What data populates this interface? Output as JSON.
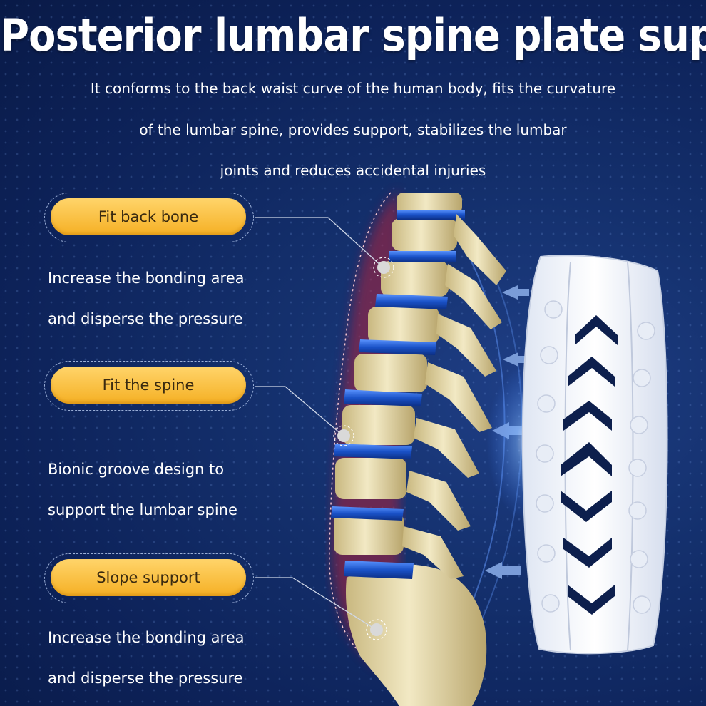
{
  "title": "Posterior lumbar spine plate support",
  "description": [
    "It conforms to the back waist curve of the human body, fits the curvature",
    "of the lumbar spine, provides support, stabilizes the lumbar",
    "joints and reduces accidental injuries"
  ],
  "features": [
    {
      "label": "Fit back bone",
      "lines": [
        "Increase the bonding area",
        "and disperse the pressure"
      ]
    },
    {
      "label": "Fit the spine",
      "lines": [
        "Bionic groove design to",
        "support the lumbar spine"
      ]
    },
    {
      "label": "Slope support",
      "lines": [
        "Increase the bonding area",
        "and disperse the pressure"
      ]
    }
  ],
  "colors": {
    "background": "#0d2259",
    "pill": "#f5b024",
    "disc": "#1f5fd0",
    "bone": "#e8dcae",
    "glow": "#b0203a"
  }
}
